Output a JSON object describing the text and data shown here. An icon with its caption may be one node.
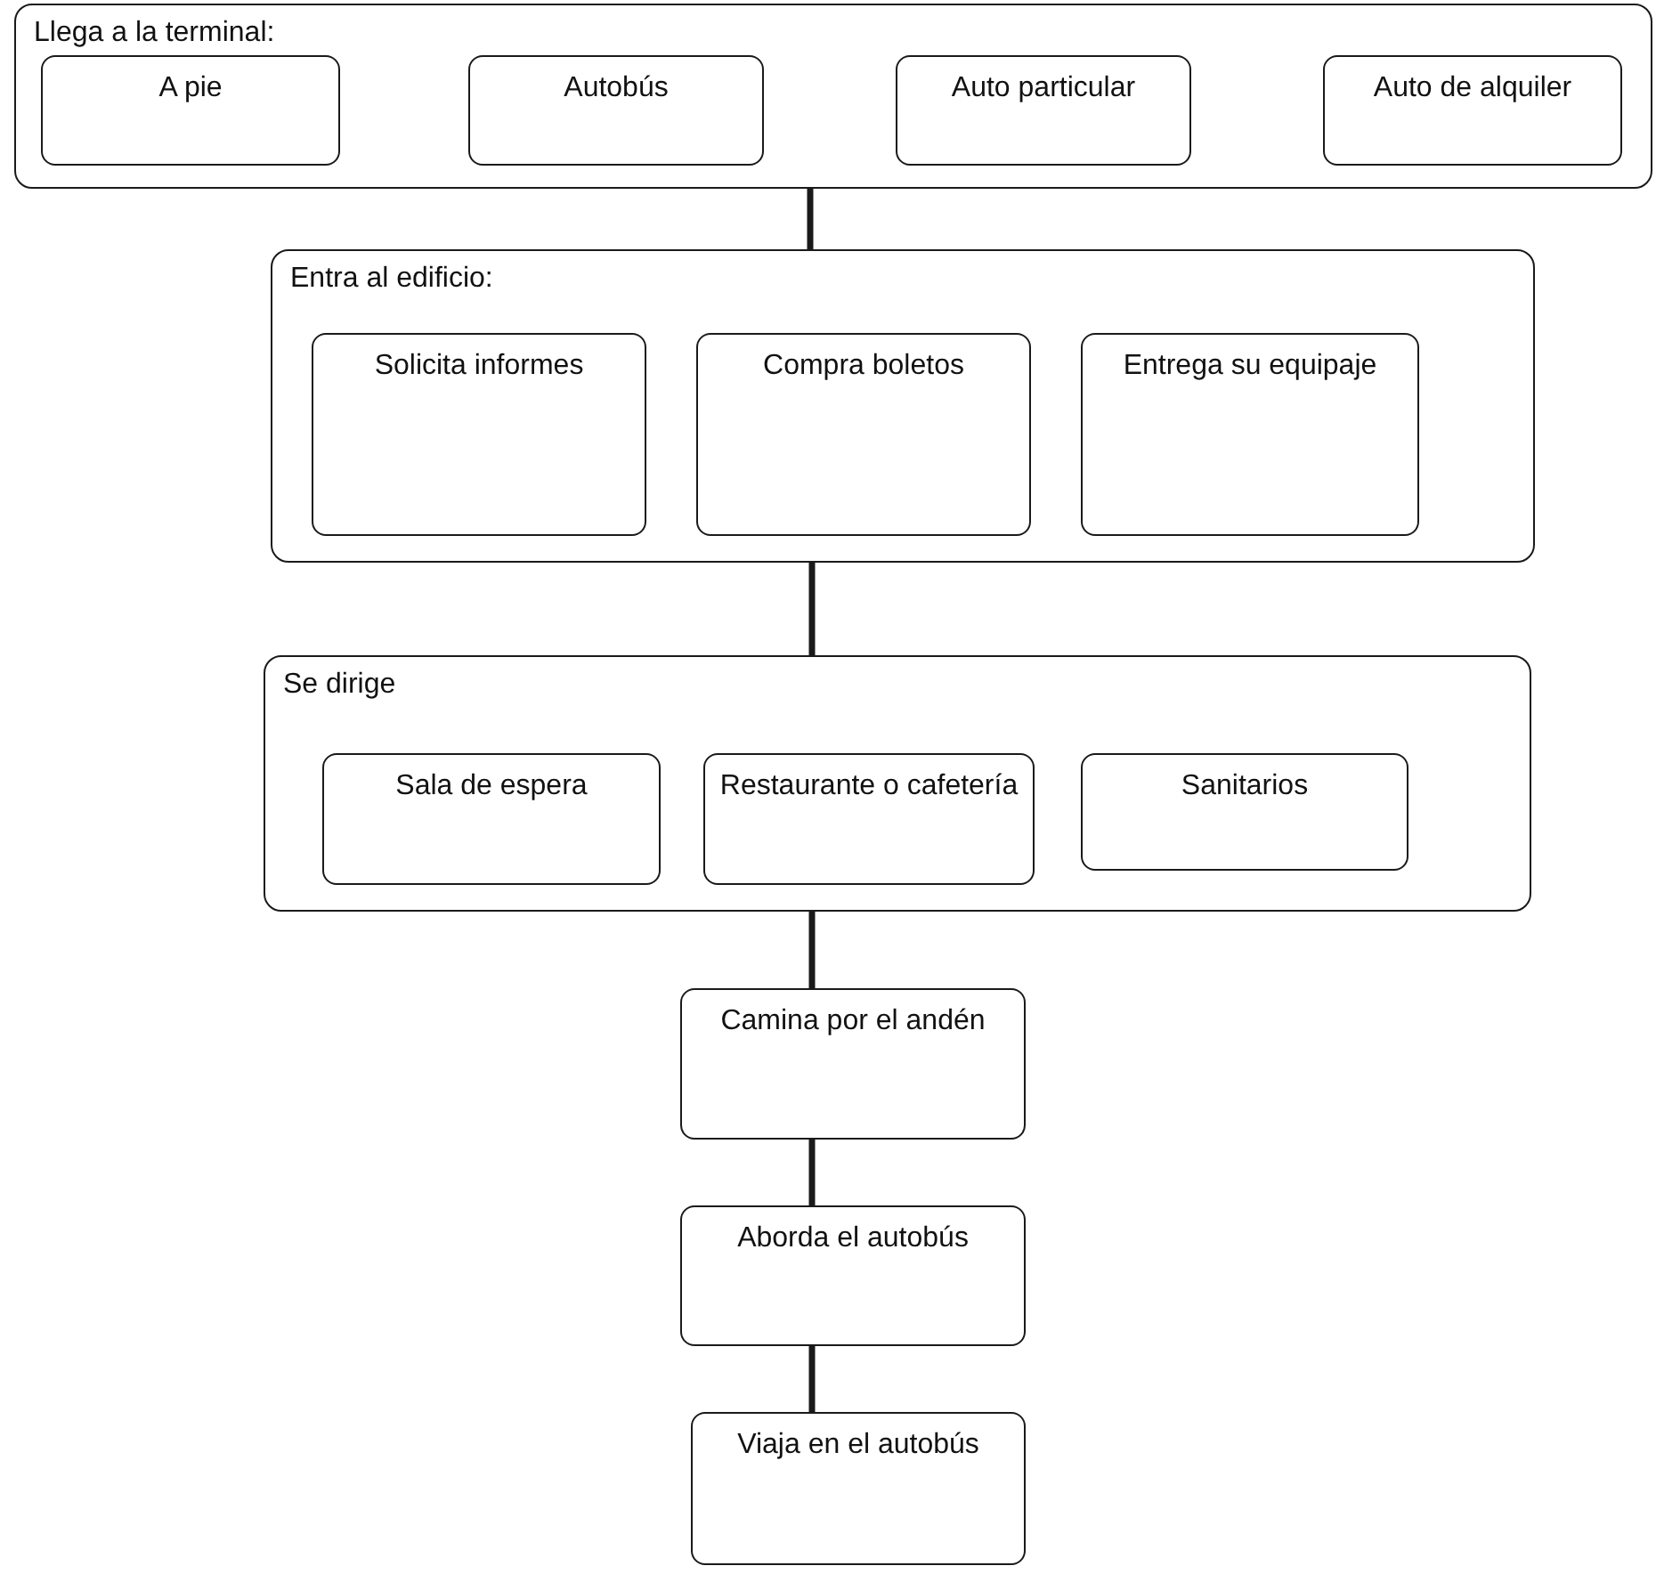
{
  "diagram": {
    "nodes": [
      {
        "text": [
          "Llega a la terminal:"
        ]
      },
      {
        "text": [
          "A pie"
        ],
        "in": 0
      },
      {
        "text": [
          "Autobús"
        ],
        "in": 0
      },
      {
        "text": [
          "Auto particular"
        ],
        "in": 0
      },
      {
        "text": [
          "Auto de alquiler"
        ],
        "in": 0
      },
      {
        "text": [
          "Entra al edificio:"
        ]
      },
      {
        "text": [
          "Solicita informes"
        ],
        "in": 5
      },
      {
        "text": [
          "Compra boletos"
        ],
        "in": 5
      },
      {
        "text": [
          "Entrega su equipaje"
        ],
        "in": 5
      },
      {
        "text": [
          "Se dirige"
        ]
      },
      {
        "text": [
          "Sala de espera"
        ],
        "in": 9
      },
      {
        "text": [
          "Restaurante o cafetería"
        ],
        "in": 9
      },
      {
        "text": [
          "Sanitarios"
        ],
        "in": 9
      },
      {
        "text": [
          "Camina por el andén"
        ]
      },
      {
        "text": [
          "Aborda el autobús"
        ]
      },
      {
        "text": [
          "Viaja en el autobús"
        ]
      }
    ],
    "edges": [
      {
        "from": 0,
        "to": 5,
        "arrow": "none"
      },
      {
        "from": 5,
        "to": 9,
        "arrow": "none"
      },
      {
        "from": 9,
        "to": 13,
        "arrow": "none"
      },
      {
        "from": 13,
        "to": 14,
        "arrow": "none"
      },
      {
        "from": 14,
        "to": 15,
        "arrow": "none"
      }
    ]
  }
}
